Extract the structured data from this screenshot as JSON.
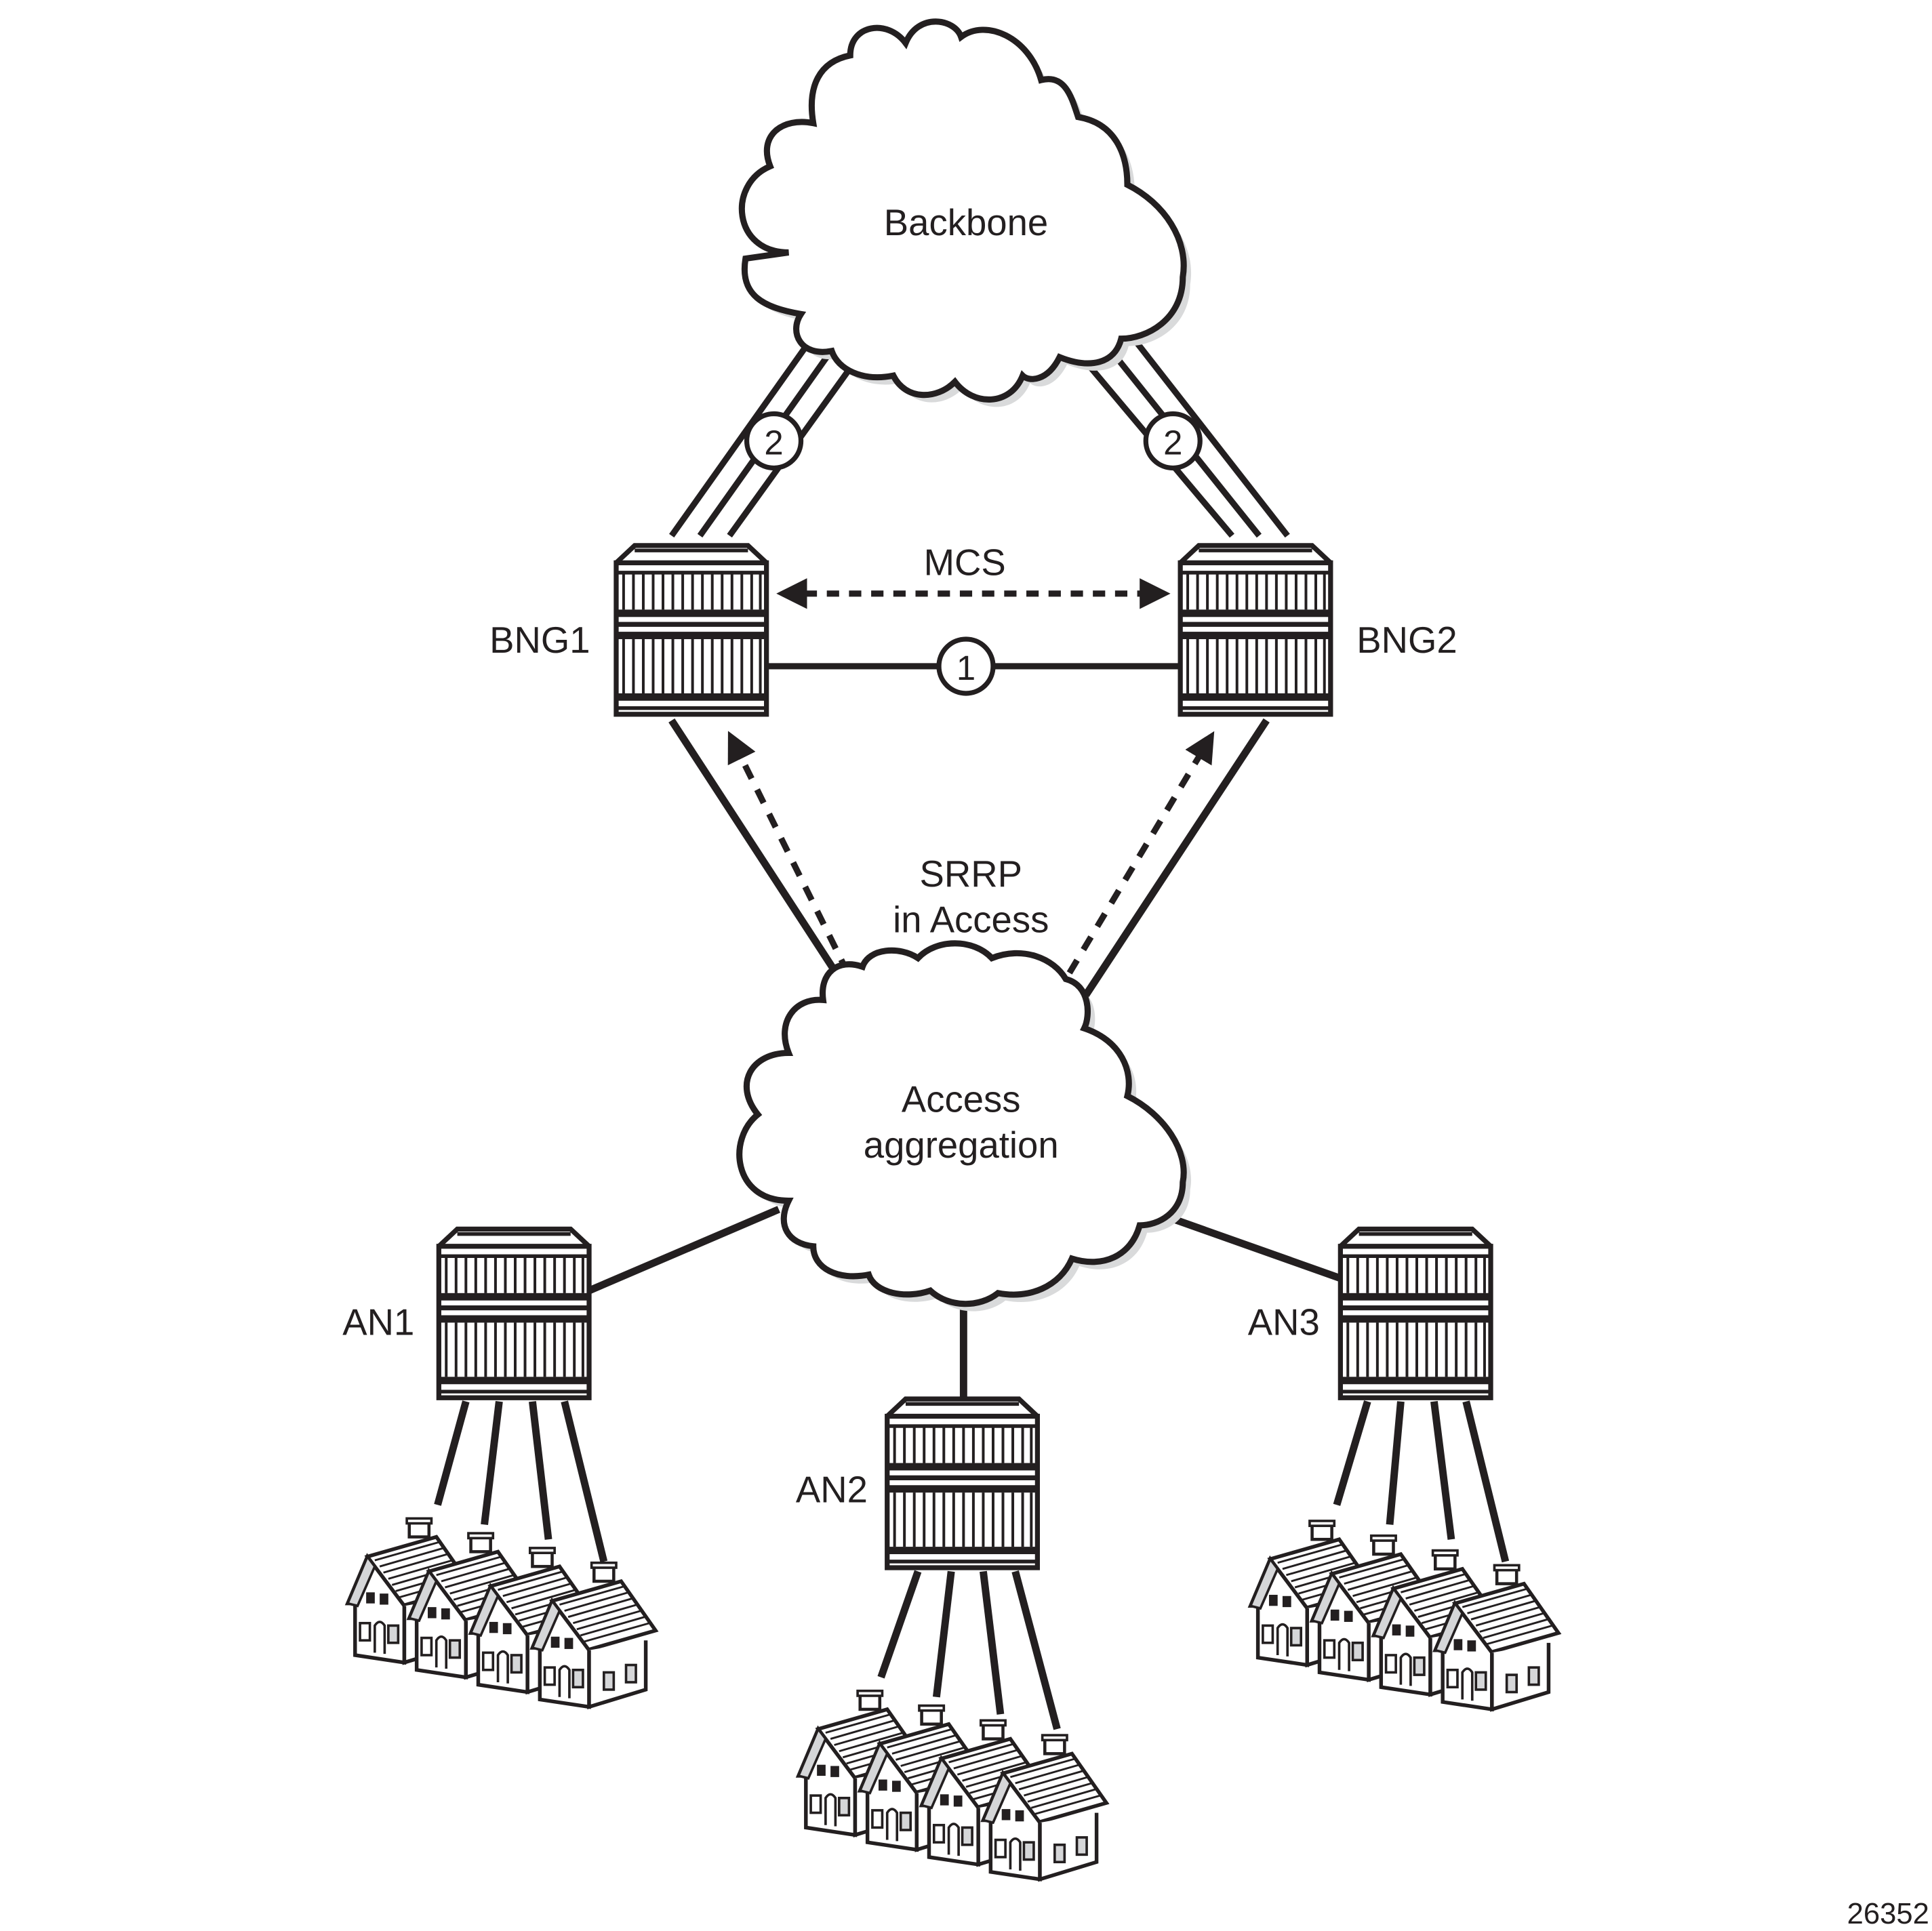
{
  "clouds": {
    "backbone": {
      "label": "Backbone"
    },
    "access": {
      "label_line1": "Access",
      "label_line2": "aggregation"
    }
  },
  "nodes": {
    "bng1": {
      "label": "BNG1"
    },
    "bng2": {
      "label": "BNG2"
    },
    "an1": {
      "label": "AN1"
    },
    "an2": {
      "label": "AN2"
    },
    "an3": {
      "label": "AN3"
    }
  },
  "links": {
    "mcs": {
      "label": "MCS",
      "style": "dashed-bidirectional"
    },
    "bng_interlink": {
      "marker": "1"
    },
    "backbone_uplink_left": {
      "marker": "2"
    },
    "backbone_uplink_right": {
      "marker": "2"
    },
    "srrp": {
      "label_line1": "SRRP",
      "label_line2": "in Access",
      "style": "dashed-arrow"
    }
  },
  "house_groups": {
    "an1_houses": {
      "count": 4
    },
    "an2_houses": {
      "count": 4
    },
    "an3_houses": {
      "count": 4
    }
  },
  "figure_id": "26352",
  "colors": {
    "ink": "#231f20",
    "shadow": "#d9dadb",
    "house_accent": "#d5d6d8"
  }
}
